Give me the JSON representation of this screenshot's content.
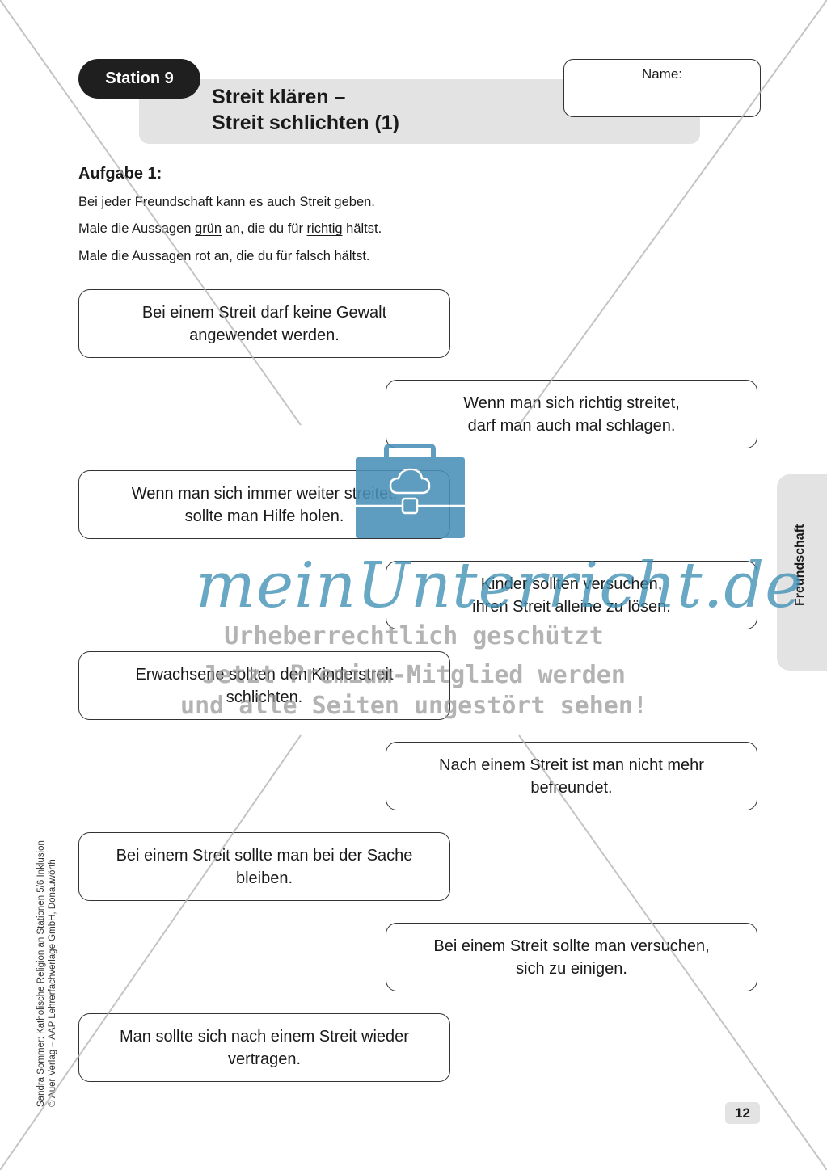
{
  "header": {
    "station_label": "Station 9",
    "title_line1": "Streit klären –",
    "title_line2": "Streit schlichten (1)",
    "name_label": "Name:"
  },
  "task": {
    "heading": "Aufgabe 1:",
    "intro": "Bei jeder Freundschaft kann es auch Streit geben.",
    "green_line": {
      "before": "Male die Aussagen ",
      "color_word": "grün",
      "middle": " an, die du für ",
      "judgement_word": "richtig",
      "after": " hältst."
    },
    "red_line": {
      "before": "Male die Aussagen ",
      "color_word": "rot",
      "middle": " an, die du für ",
      "judgement_word": "falsch",
      "after": " hältst."
    }
  },
  "statements": [
    {
      "text": "Bei einem Streit darf keine Gewalt\nangewendet werden."
    },
    {
      "text": "Wenn man sich richtig streitet,\ndarf man auch mal schlagen."
    },
    {
      "text": "Wenn man sich immer weiter streitet,\nsollte man Hilfe holen."
    },
    {
      "text": "Kinder sollten versuchen,\nihren Streit alleine zu lösen."
    },
    {
      "text": "Erwachsene sollten den Kinderstreit\nschlichten."
    },
    {
      "text": "Nach einem Streit ist man nicht mehr\nbefreundet."
    },
    {
      "text": "Bei einem Streit sollte man bei der Sache\nbleiben."
    },
    {
      "text": "Bei einem Streit sollte man versuchen,\nsich zu einigen."
    },
    {
      "text": "Man sollte sich nach einem Streit wieder\nvertragen."
    }
  ],
  "side_tab": {
    "label": "Freundschaft"
  },
  "copyright": {
    "line1": "Sandra Sommer: Katholische Religion an Stationen 5/6 Inklusion",
    "line2": "© Auer Verlag – AAP Lehrerfachverlage GmbH, Donauwörth"
  },
  "page_number": "12",
  "watermark": {
    "logo_text": "meinUnterricht.de",
    "line1": "Urheberrechtlich geschützt",
    "line2": "Jetzt Premium-Mitglied werden",
    "line3": "und alle Seiten ungestört sehen!",
    "logo_color": "#4a90b8",
    "icon": "briefcase-cloud-icon"
  }
}
